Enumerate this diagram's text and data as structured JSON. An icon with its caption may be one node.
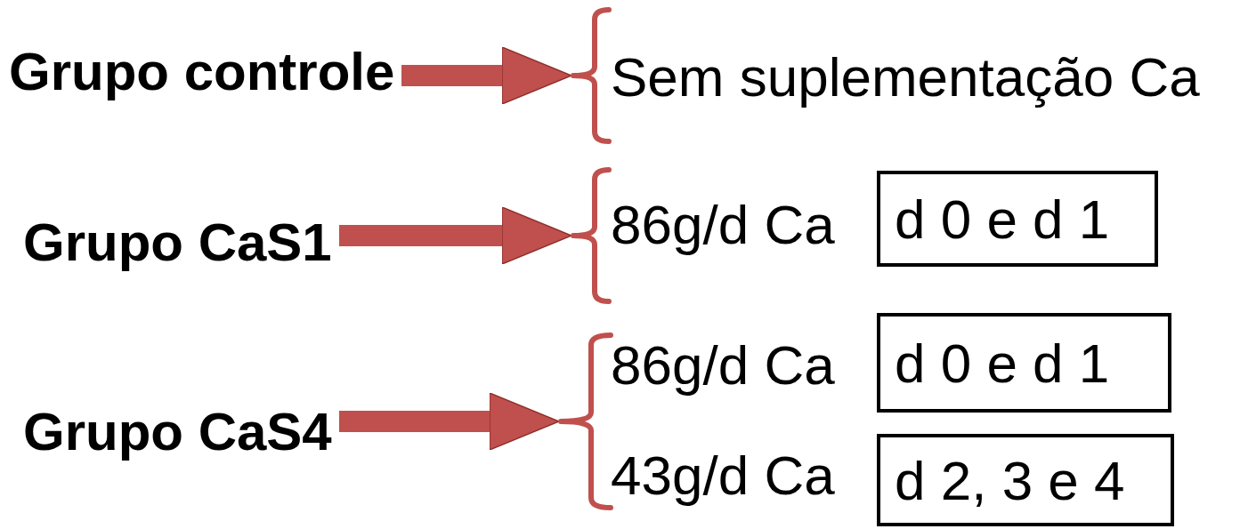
{
  "diagram": {
    "nodes": [
      {
        "text": [
          "Grupo controle"
        ]
      },
      {
        "text": [],
        "shape": "bracket"
      },
      {
        "text": [
          "Grupo CaS1"
        ]
      },
      {
        "text": [],
        "shape": "bracket"
      },
      {
        "text": [
          "d 0 e d 1"
        ]
      },
      {
        "text": [
          "Grupo CaS4"
        ]
      },
      {
        "text": [],
        "shape": "bracket"
      },
      {
        "text": [
          "d 0 e d 1"
        ]
      },
      {
        "text": [
          "d 2, 3 e 4"
        ]
      }
    ],
    "edges": [
      {
        "from": 0,
        "to": 1,
        "arrow": "to"
      },
      {
        "from": 2,
        "to": 3,
        "arrow": "to"
      },
      {
        "from": 5,
        "to": 6,
        "arrow": "to"
      }
    ],
    "labels": [
      "Sem suplementação Ca",
      "86g/d Ca",
      "86g/d Ca",
      "43g/d Ca"
    ]
  }
}
